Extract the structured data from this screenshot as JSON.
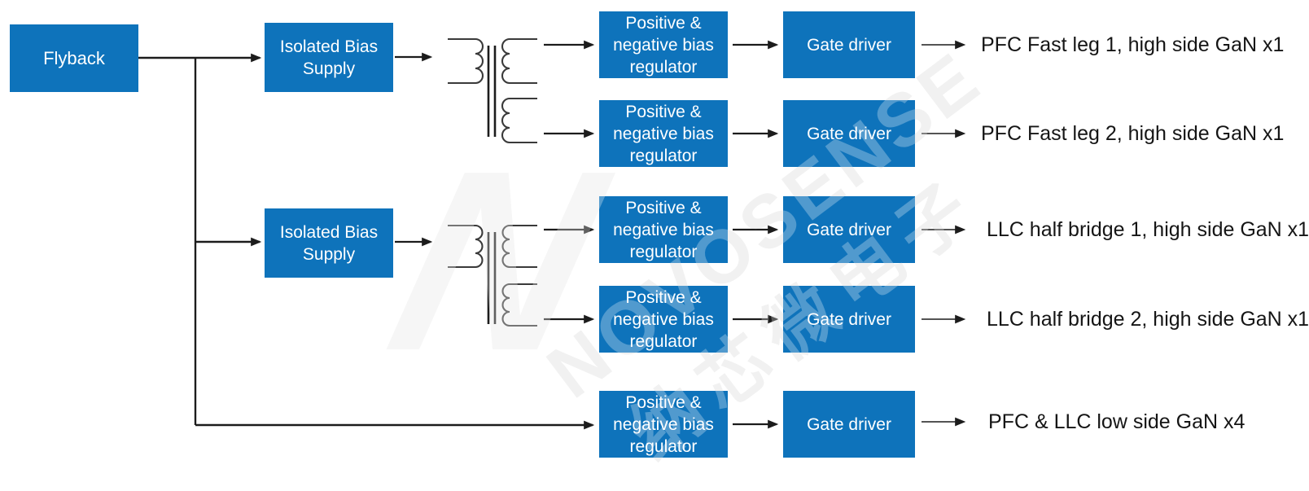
{
  "colors": {
    "block_fill": "#0E73BB",
    "block_text": "#FFFFFF",
    "line": "#1C1C1C",
    "label_text": "#151515",
    "watermark_gray": "#ECECEC",
    "watermark_logo_gray": "#F2F2F2"
  },
  "blocks": {
    "flyback": "Flyback",
    "bias_supply_1": "Isolated Bias Supply",
    "bias_supply_2": "Isolated Bias Supply"
  },
  "rows": [
    {
      "regulator": "Positive & negative bias regulator",
      "gate_driver": "Gate driver",
      "output": "PFC Fast leg 1, high side GaN x1"
    },
    {
      "regulator": "Positive & negative bias regulator",
      "gate_driver": "Gate driver",
      "output": "PFC Fast leg 2, high side GaN x1"
    },
    {
      "regulator": "Positive & negative bias regulator",
      "gate_driver": "Gate driver",
      "output": "LLC half bridge 1, high side GaN x1"
    },
    {
      "regulator": "Positive & negative bias regulator",
      "gate_driver": "Gate driver",
      "output": "LLC half bridge 2, high side GaN x1"
    },
    {
      "regulator": "Positive & negative bias regulator",
      "gate_driver": "Gate driver",
      "output": "PFC & LLC low side GaN x4"
    }
  ],
  "watermark": {
    "brand": "NOVOSENSE",
    "brand_zh": "纳芯微电子",
    "logo_letter": "N"
  },
  "icons": {
    "transformer_1": "transformer-icon",
    "transformer_2": "transformer-icon",
    "arrowhead": "triangle-right"
  }
}
